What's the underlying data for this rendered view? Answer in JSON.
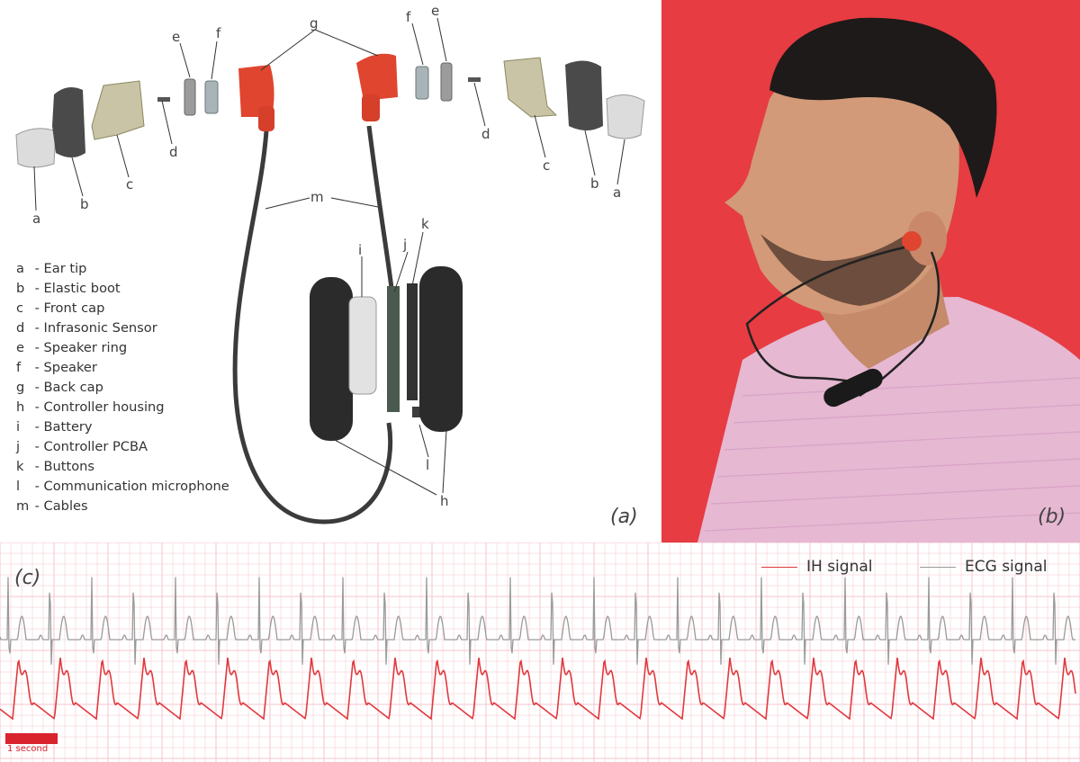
{
  "panels": {
    "a": {
      "tag": "(a)"
    },
    "b": {
      "tag": "(b)"
    },
    "c": {
      "tag": "(c)"
    }
  },
  "parts": [
    {
      "key": "a",
      "sep": " - ",
      "name": "Ear tip"
    },
    {
      "key": "b",
      "sep": " - ",
      "name": "Elastic boot"
    },
    {
      "key": "c",
      "sep": " - ",
      "name": "Front cap"
    },
    {
      "key": "d",
      "sep": " - ",
      "name": "Infrasonic Sensor"
    },
    {
      "key": "e",
      "sep": " - ",
      "name": "Speaker ring"
    },
    {
      "key": "f",
      "sep": " - ",
      "name": "Speaker"
    },
    {
      "key": "g",
      "sep": " - ",
      "name": "Back cap"
    },
    {
      "key": "h",
      "sep": " - ",
      "name": "Controller housing"
    },
    {
      "key": "i",
      "sep": " - ",
      "name": "Battery"
    },
    {
      "key": "j",
      "sep": " - ",
      "name": "Controller PCBA"
    },
    {
      "key": "k",
      "sep": " - ",
      "name": "Buttons"
    },
    {
      "key": "l",
      "sep": " - ",
      "name": "Communication microphone"
    },
    {
      "key": "m",
      "sep": " - ",
      "name": "Cables"
    }
  ],
  "callouts": {
    "a": "a",
    "b": "b",
    "c": "c",
    "d": "d",
    "e": "e",
    "f": "f",
    "g": "g",
    "h": "h",
    "i": "i",
    "j": "j",
    "k": "k",
    "l": "l",
    "m": "m"
  },
  "signals": {
    "ih": {
      "name": "IH signal",
      "color": "#e0393e"
    },
    "ecg": {
      "name": "ECG signal",
      "color": "#9a9a9a"
    }
  },
  "scale": {
    "label": "1 second"
  },
  "colors": {
    "earbud_red": "#e0452f",
    "photo_background": "#e63c42",
    "ecg_grid": "#f6c6cc",
    "scale_bar": "#d9232d"
  }
}
